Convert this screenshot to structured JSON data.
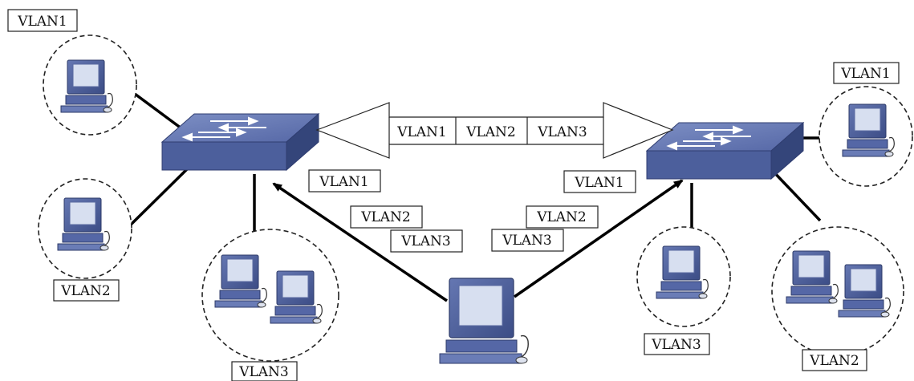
{
  "labels": {
    "top_left_host": "VLAN1",
    "left_mid_host": "VLAN2",
    "left_group": "VLAN3",
    "right_top_host": "VLAN1",
    "right_mid_host": "VLAN3",
    "right_group": "VLAN2",
    "left_uplink_1": "VLAN1",
    "left_uplink_2": "VLAN2",
    "left_uplink_3": "VLAN3",
    "right_uplink_1": "VLAN1",
    "right_uplink_2": "VLAN2",
    "right_uplink_3": "VLAN3"
  },
  "trunk": {
    "segments": [
      "VLAN1",
      "VLAN2",
      "VLAN3"
    ]
  },
  "colors": {
    "device_fill": "#4a5d98",
    "device_dark": "#34457a",
    "screen": "#c6cfe6",
    "line": "#000000"
  }
}
